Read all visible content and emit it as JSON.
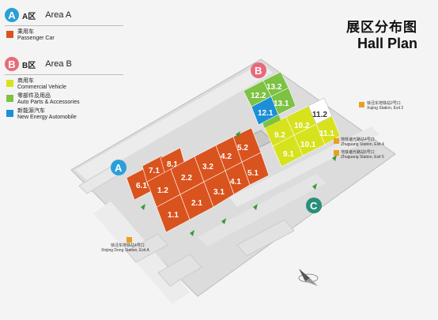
{
  "legend": {
    "area_a": {
      "letter": "A",
      "zone": "A区",
      "name": "Area A"
    },
    "area_a_items": [
      {
        "cn": "乘用车",
        "en": "Passenger Car",
        "color": "#d9531e"
      }
    ],
    "area_b": {
      "letter": "B",
      "zone": "B区",
      "name": "Area B"
    },
    "area_b_items": [
      {
        "cn": "商用车",
        "en": "Commercial Vehicle",
        "color": "#d7e21e"
      },
      {
        "cn": "零部件及用品",
        "en": "Auto Parts & Accessories",
        "color": "#7dc242"
      },
      {
        "cn": "新能源汽车",
        "en": "New Energy Automobile",
        "color": "#1c8fd8"
      }
    ]
  },
  "title": {
    "cn": "展区分布图",
    "en": "Hall Plan"
  },
  "colors": {
    "area_a_circle": "#2b9fd8",
    "area_b_circle": "#e86a7a",
    "area_c_circle": "#2a8f7a",
    "passenger": "#d9531e",
    "commercial": "#d7e21e",
    "parts": "#7dc242",
    "new_energy": "#1c8fd8"
  },
  "map": {
    "area_labels": {
      "a": "A",
      "b": "B",
      "c": "C"
    },
    "halls_a": [
      "1.1",
      "2.1",
      "3.1",
      "4.1",
      "5.1",
      "1.2",
      "2.2",
      "3.2",
      "4.2",
      "5.2",
      "6.1",
      "7.1",
      "8.1"
    ],
    "halls_b": [
      "9.1",
      "9.2",
      "10.1",
      "10.2",
      "11.1",
      "11.2",
      "12.1",
      "12.2",
      "13.1",
      "13.2"
    ],
    "stations": [
      {
        "cn": "徐泾东地铁站2号口",
        "en": "Xujing Station, Exit 2"
      },
      {
        "cn": "地铁诸光路站4号口",
        "en": "Zhuguang Station, Exit 4"
      },
      {
        "cn": "地铁诸光路站5号口",
        "en": "Zhuguang Station, Exit 5"
      },
      {
        "cn": "徐泾东地铁站4号口",
        "en": "Xinjing Dong Station, Exit A"
      }
    ]
  }
}
